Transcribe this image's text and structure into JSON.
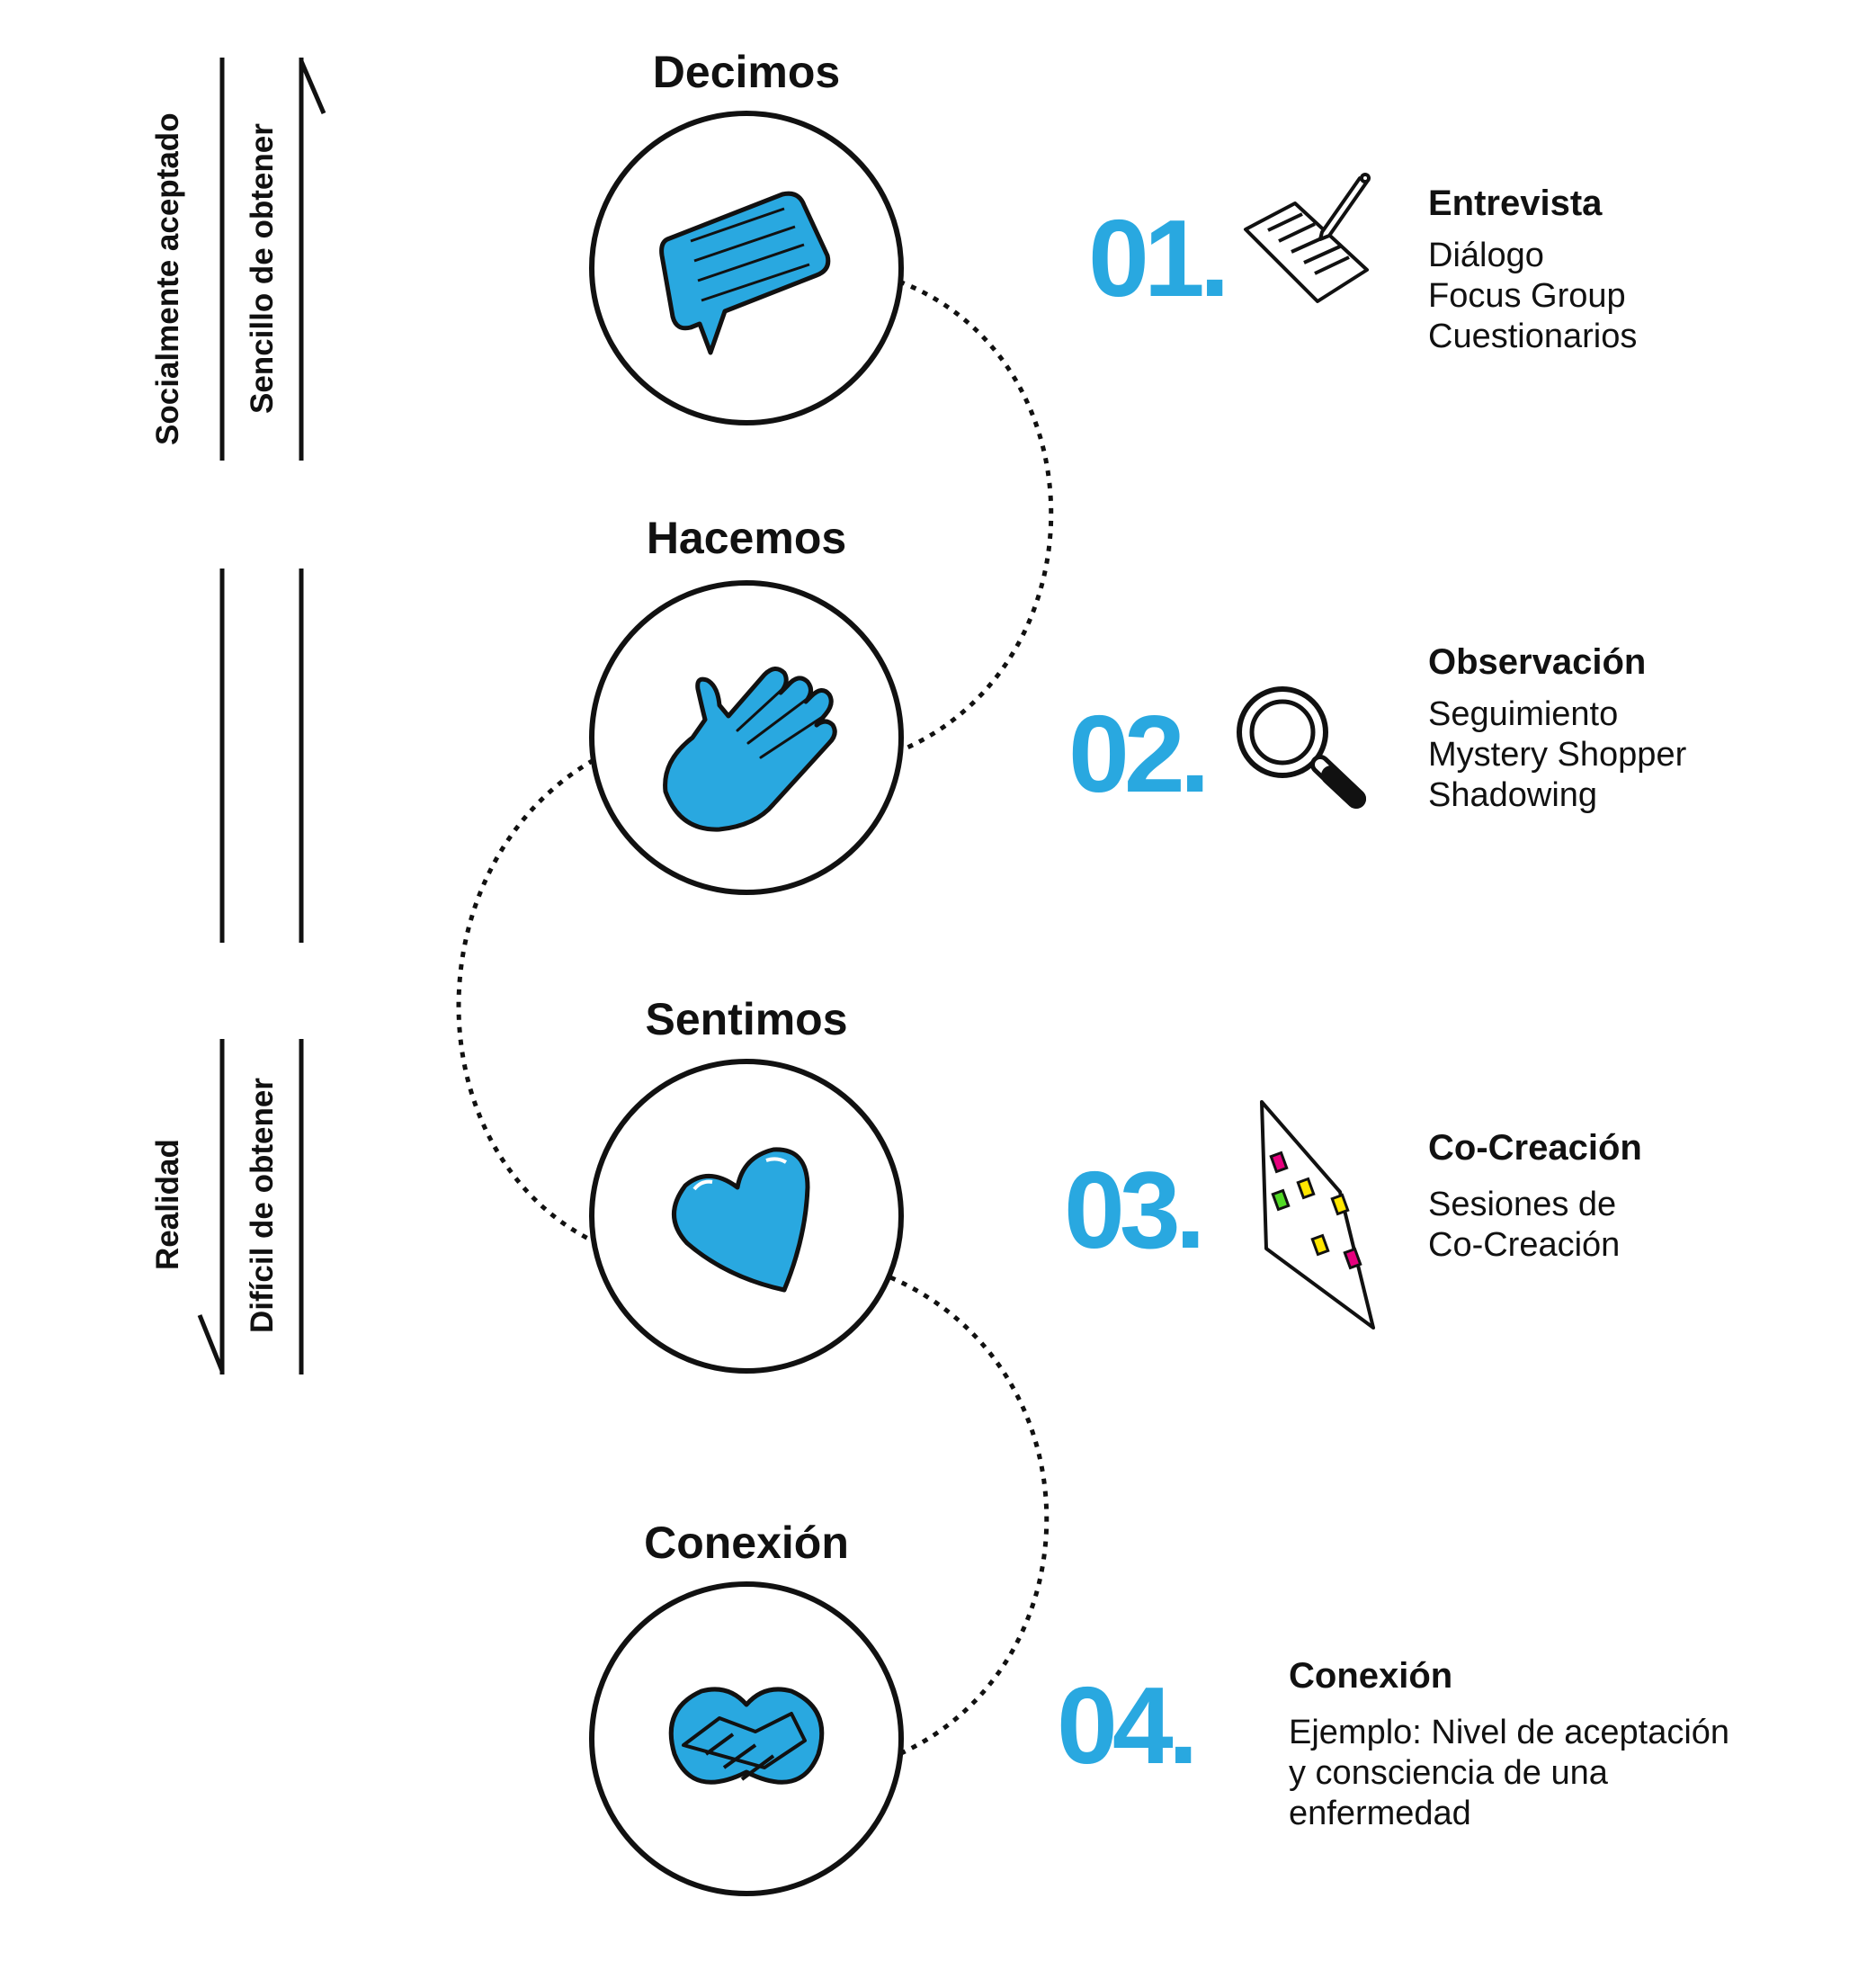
{
  "colors": {
    "accent": "#29a8e0",
    "ink": "#111111",
    "pink": "#e6007e",
    "yellow": "#ffe600",
    "green": "#52d926"
  },
  "axis": {
    "top_left": "Socialmente aceptado",
    "top_right": "Sencillo de obtener",
    "bottom_left": "Realidad",
    "bottom_right": "Difícil de obtener"
  },
  "stages": [
    {
      "title": "Decimos",
      "icon": "speech-bubble-icon"
    },
    {
      "title": "Hacemos",
      "icon": "hand-icon"
    },
    {
      "title": "Sentimos",
      "icon": "heart-icon"
    },
    {
      "title": "Conexión",
      "icon": "handshake-heart-icon"
    }
  ],
  "methods": [
    {
      "number": "01.",
      "title": "Entrevista",
      "items": [
        "Diálogo",
        "Focus Group",
        "Cuestionarios"
      ],
      "icon": "document-pen-icon"
    },
    {
      "number": "02.",
      "title": "Observación",
      "items": [
        "Seguimiento",
        "Mystery Shopper",
        "Shadowing"
      ],
      "icon": "magnifier-icon"
    },
    {
      "number": "03.",
      "title": "Co-Creación",
      "items": [
        "Sesiones de",
        "Co-Creación"
      ],
      "icon": "sticky-notes-board-icon"
    },
    {
      "number": "04.",
      "title": "Conexión",
      "items": [
        "Ejemplo: Nivel de aceptación",
        "y consciencia de una",
        "enfermedad"
      ],
      "icon": ""
    }
  ]
}
